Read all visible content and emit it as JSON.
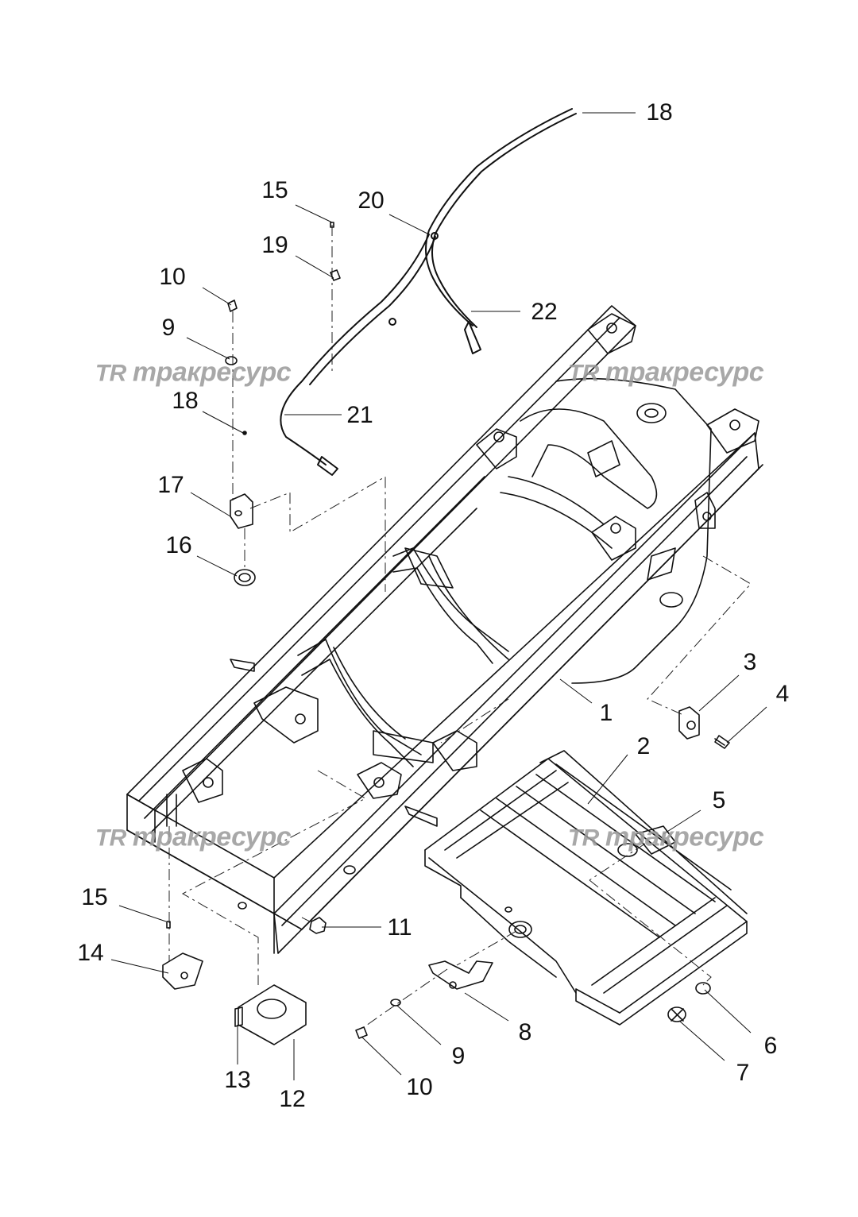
{
  "watermark": {
    "logo": "TR",
    "text": "тракресурс"
  },
  "callouts": [
    {
      "id": "c18a",
      "text": "18"
    },
    {
      "id": "c20",
      "text": "20"
    },
    {
      "id": "c15a",
      "text": "15"
    },
    {
      "id": "c19",
      "text": "19"
    },
    {
      "id": "c10a",
      "text": "10"
    },
    {
      "id": "c9a",
      "text": "9"
    },
    {
      "id": "c22",
      "text": "22"
    },
    {
      "id": "c18b",
      "text": "18"
    },
    {
      "id": "c21",
      "text": "21"
    },
    {
      "id": "c17",
      "text": "17"
    },
    {
      "id": "c16",
      "text": "16"
    },
    {
      "id": "c3",
      "text": "3"
    },
    {
      "id": "c4",
      "text": "4"
    },
    {
      "id": "c1",
      "text": "1"
    },
    {
      "id": "c2",
      "text": "2"
    },
    {
      "id": "c5",
      "text": "5"
    },
    {
      "id": "c11",
      "text": "11"
    },
    {
      "id": "c15b",
      "text": "15"
    },
    {
      "id": "c14",
      "text": "14"
    },
    {
      "id": "c8",
      "text": "8"
    },
    {
      "id": "c6",
      "text": "6"
    },
    {
      "id": "c9b",
      "text": "9"
    },
    {
      "id": "c7",
      "text": "7"
    },
    {
      "id": "c13",
      "text": "13"
    },
    {
      "id": "c12",
      "text": "12"
    },
    {
      "id": "c10b",
      "text": "10"
    }
  ]
}
